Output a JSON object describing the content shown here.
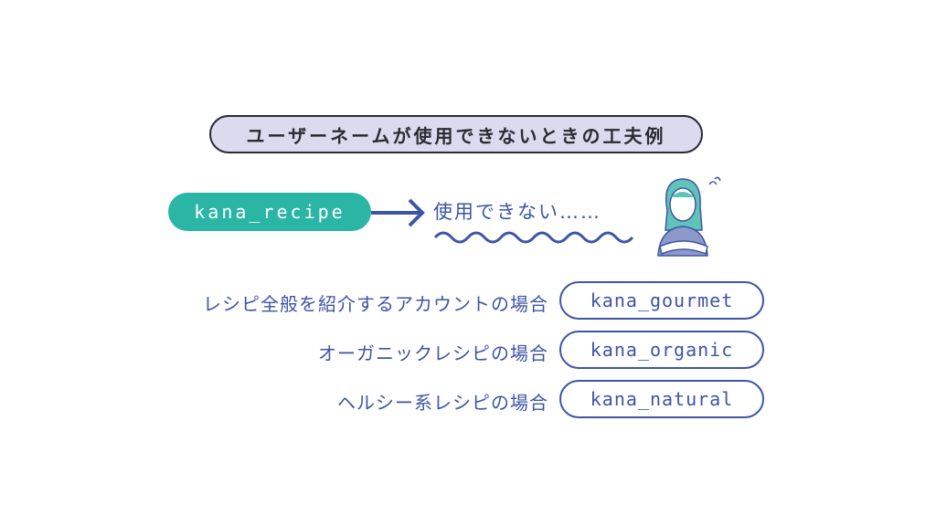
{
  "title": "ユーザーネームが使用できないときの工夫例",
  "unavailable_name": "kana_recipe",
  "unavailable_text": "使用できない……",
  "examples": [
    {
      "label": "レシピ全般を紹介するアカウントの場合",
      "name": "kana_gourmet"
    },
    {
      "label": "オーガニックレシピの場合",
      "name": "kana_organic"
    },
    {
      "label": "ヘルシー系レシピの場合",
      "name": "kana_natural"
    }
  ],
  "colors": {
    "accent": "#3d55a6",
    "teal": "#2bb5a5",
    "title_bg": "#dcdaee"
  }
}
